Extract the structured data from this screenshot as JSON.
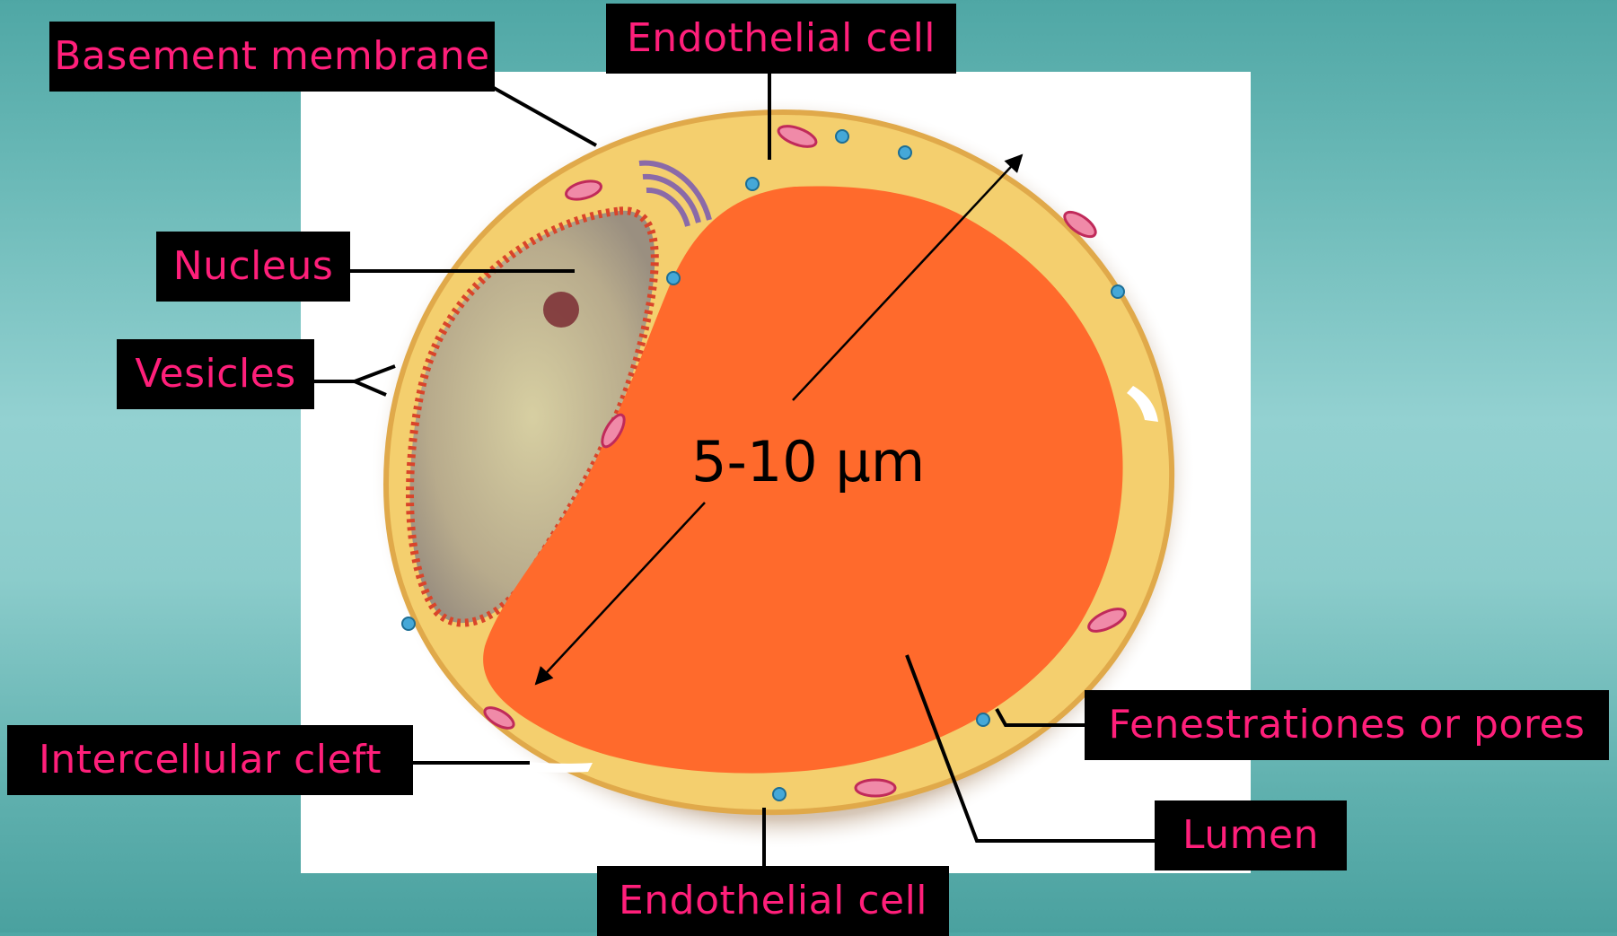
{
  "labels": {
    "basement_membrane": "Basement membrane",
    "endothelial_cell_top": "Endothelial cell",
    "nucleus": "Nucleus",
    "vesicles": "Vesicles",
    "intercellular_cleft": "Intercellular cleft",
    "fenestrationes": "Fenestrationes or pores",
    "lumen": "Lumen",
    "endothelial_cell_bottom": "Endothelial cell"
  },
  "measurement": "5-10 μm",
  "colors": {
    "label_text": "#ff1f7a",
    "label_bg": "#000000",
    "lumen": "#ff6a2c",
    "cytoplasm": "#f4cf6e",
    "basement": "#9c7a55",
    "nucleus": "#b8ab8c"
  }
}
